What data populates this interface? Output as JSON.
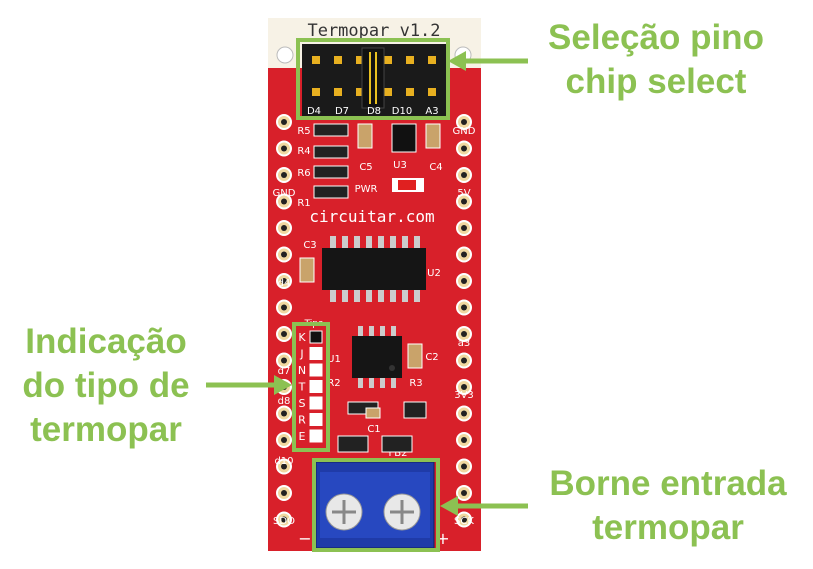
{
  "board": {
    "title": "Termopar v1.2",
    "brand": "circuitar.com",
    "colors": {
      "pcb": "#d8202a",
      "silk": "#ffffff",
      "callout": "#8cc152",
      "terminal": "#1f3ba8"
    },
    "header_labels": [
      "D4",
      "D7",
      "D8",
      "D10",
      "A3"
    ],
    "left_labels": [
      "GND",
      "d4",
      "d7",
      "d8",
      "d10",
      "SDO"
    ],
    "right_labels": [
      "GND",
      "5V",
      "a3",
      "3V3",
      "SCK"
    ],
    "component_labels": [
      "R5",
      "R4",
      "R6",
      "R1",
      "C5",
      "U3",
      "C4",
      "PWR",
      "C3",
      "U2",
      "U1",
      "C2",
      "R2",
      "R3",
      "C1",
      "FB2"
    ],
    "type_header": "Tipo",
    "type_letters": [
      "K",
      "J",
      "N",
      "T",
      "S",
      "R",
      "E"
    ],
    "terminal_minus": "−",
    "terminal_plus": "+"
  },
  "callouts": {
    "chip_select": [
      "Seleção pino",
      "chip select"
    ],
    "type_indicator": [
      "Indicação",
      "do tipo de",
      "termopar"
    ],
    "terminal": [
      "Borne entrada",
      "termopar"
    ]
  }
}
